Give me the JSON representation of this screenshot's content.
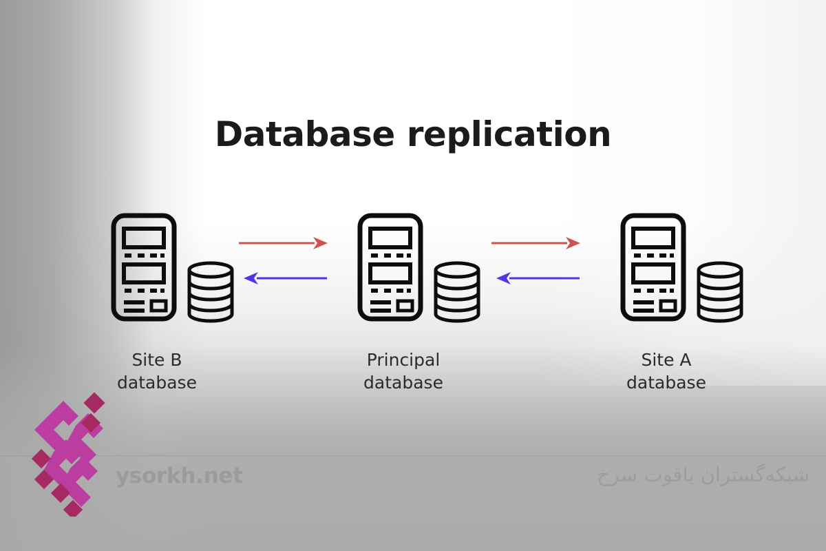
{
  "page": {
    "title": "Database replication",
    "background_colors": {
      "page_white": "#ffffff",
      "gray_wash": "#b4b4b4",
      "divider": "#9a9a9a"
    }
  },
  "diagram": {
    "type": "database-replication-topology",
    "nodes": [
      {
        "id": "site-b",
        "label_line1": "Site B",
        "label_line2": "database",
        "icons": [
          "server-icon",
          "database-cylinder-icon"
        ]
      },
      {
        "id": "principal",
        "label_line1": "Principal",
        "label_line2": "database",
        "icons": [
          "server-icon",
          "database-cylinder-icon"
        ]
      },
      {
        "id": "site-a",
        "label_line1": "Site A",
        "label_line2": "database",
        "icons": [
          "server-icon",
          "database-cylinder-icon"
        ]
      }
    ],
    "connections": [
      {
        "id": "principal-to-site-b",
        "from": "principal",
        "to": "site-b",
        "arrows": [
          {
            "direction": "right",
            "color": "#cf5050",
            "name": "arrow-right-red"
          },
          {
            "direction": "left",
            "color": "#5433e6",
            "name": "arrow-left-blue"
          }
        ]
      },
      {
        "id": "principal-to-site-a",
        "from": "principal",
        "to": "site-a",
        "arrows": [
          {
            "direction": "right",
            "color": "#cf5050",
            "name": "arrow-right-red"
          },
          {
            "direction": "left",
            "color": "#5433e6",
            "name": "arrow-left-blue"
          }
        ]
      }
    ],
    "stroke_color": "#0d0d0d"
  },
  "footer": {
    "site_url": "ysorkh.net",
    "persian_text": "شبکه‌گستران یاقوت سرخ",
    "logo": {
      "name": "ysorkh-logo",
      "colors": {
        "magenta": "#bb3d9f",
        "crimson": "#a52a62"
      }
    }
  }
}
